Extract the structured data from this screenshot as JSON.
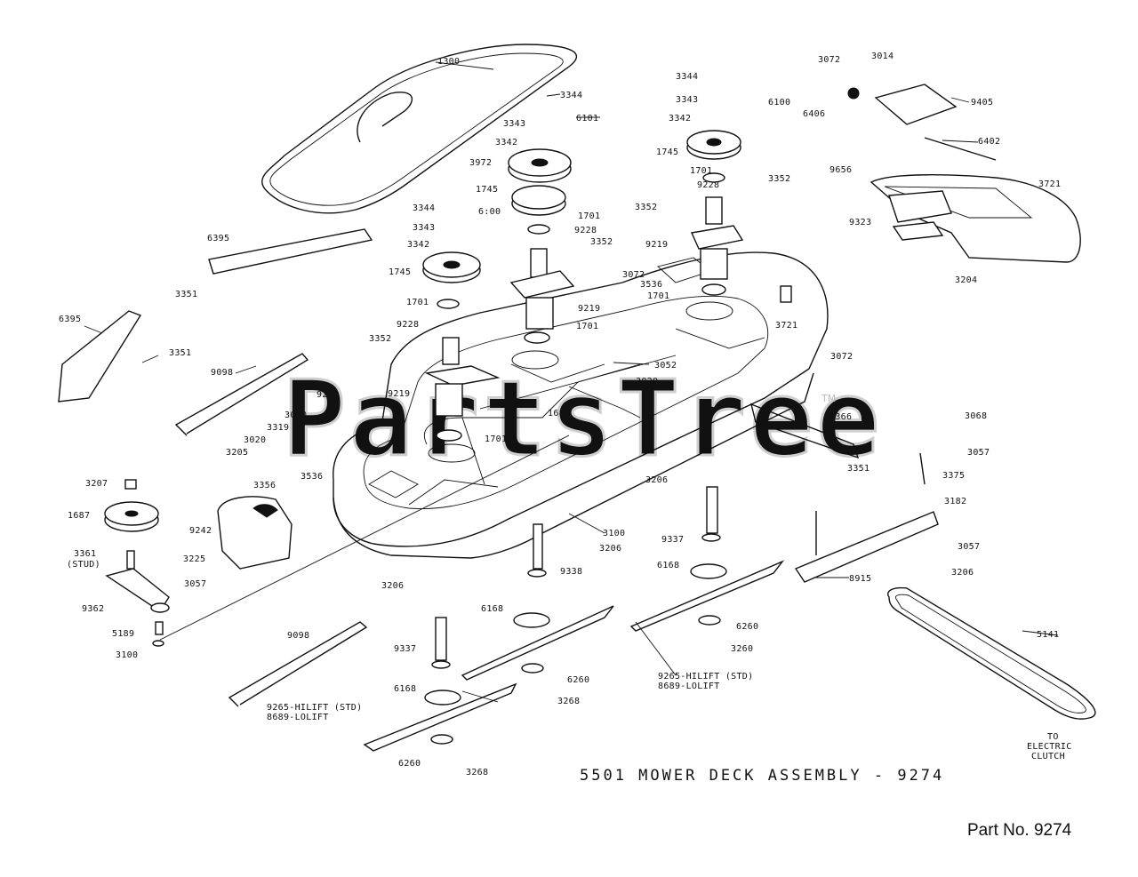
{
  "title": "5501 MOWER DECK ASSEMBLY - 9274",
  "part_number": "Part No. 9274",
  "watermark": "PartsTree",
  "watermark_tm": "TM",
  "colors": {
    "ink": "#111111",
    "watermark": "#cfcfcf",
    "background": "#ffffff"
  },
  "callouts": [
    "1300",
    "3344",
    "3343",
    "6101",
    "3342",
    "3972",
    "1745",
    "1701",
    "9228",
    "3352",
    "3072",
    "9219",
    "6:00",
    "3344",
    "3343",
    "3342",
    "1745",
    "1701",
    "9228",
    "3352",
    "9219",
    "1701",
    "6395",
    "3351",
    "6395",
    "3351",
    "9098",
    "9273",
    "3020",
    "3319",
    "3020",
    "3205",
    "3536",
    "3356",
    "3052",
    "3020",
    "1682",
    "1701",
    "3344",
    "3343",
    "6100",
    "3342",
    "1745",
    "1701",
    "9228",
    "3352",
    "3352",
    "9219",
    "3536",
    "1701",
    "3721",
    "3072",
    "6406",
    "3014",
    "9405",
    "6402",
    "9656",
    "3721",
    "9323",
    "3204",
    "3072",
    "9366",
    "3351",
    "3068",
    "3057",
    "3375",
    "3182",
    "3057",
    "3206",
    "8915",
    "3206",
    "9337",
    "6168",
    "6260",
    "3260",
    "9265-HILIFT (STD)",
    "8689-LOLIFT",
    "3100",
    "3206",
    "9338",
    "3206",
    "6168",
    "6260",
    "3268",
    "9337",
    "6168",
    "9265-HILIFT (STD)",
    "8689-LOLIFT",
    "6260",
    "3268",
    "9098",
    "3207",
    "1687",
    "3225",
    "3361",
    "(STUD)",
    "3057",
    "9362",
    "5189",
    "3100",
    "9242",
    "5141",
    "TO",
    "ELECTRIC",
    "CLUTCH"
  ]
}
